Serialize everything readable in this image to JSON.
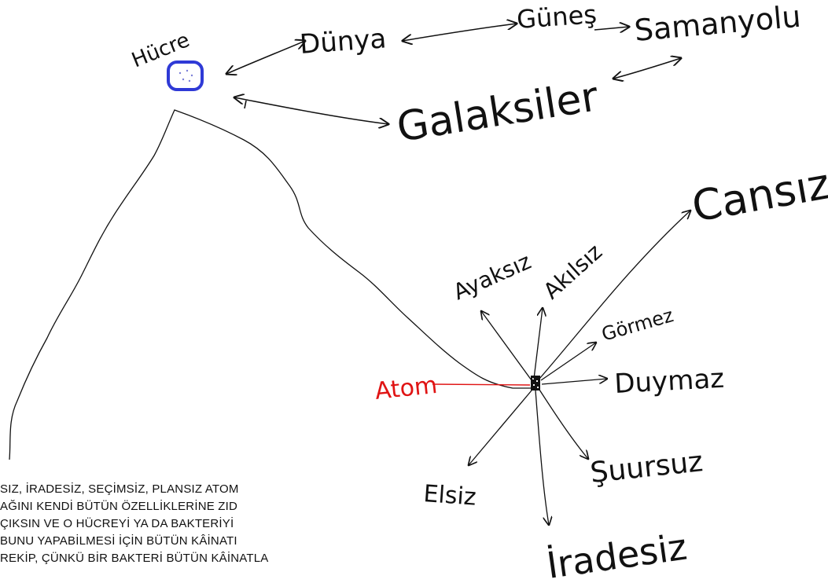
{
  "colors": {
    "ink": "#111111",
    "cell_outline": "#2f3ad6",
    "atom_red": "#e01414"
  },
  "labels": {
    "hucre": "Hücre",
    "dunya": "Dünya",
    "gunes": "Güneş",
    "samanyolu": "Samanyolu",
    "galaksiler": "Galaksiler",
    "atom": "Atom",
    "cansiz": "Cansız",
    "ayaksiz": "Ayaksız",
    "akilsiz": "Akılsız",
    "gormez": "Görmez",
    "duymaz": "Duymaz",
    "suursuz": "Şuursuz",
    "elsiz": "Elsiz",
    "iradesiz": "İradesiz"
  },
  "caption": {
    "line1": "SIZ, İRADESİZ, SEÇİMSİZ, PLANSIZ ATOM",
    "line2": "AĞINI KENDİ BÜTÜN ÖZELLİKLERİNE ZID",
    "line3": "ÇIKSIN VE O HÜCREYİ YA DA BAKTERİYİ",
    "line4": "BUNU YAPABİLMESİ İÇİN BÜTÜN KÂİNATI",
    "line5": "REKİP, ÇÜNKÜ BİR BAKTERİ BÜTÜN KÂİNATLA"
  }
}
